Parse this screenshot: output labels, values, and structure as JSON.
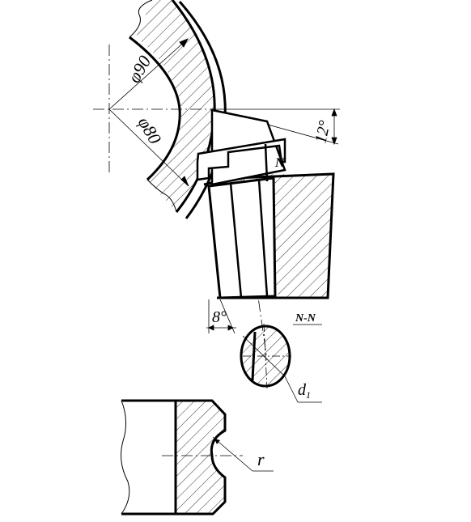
{
  "labels": {
    "dia_outer": "φ90",
    "dia_inner": "φ80",
    "angle_top": "12°",
    "angle_bottom": "8°",
    "mark_n": "N",
    "section": "N-N",
    "d1_main": "d",
    "d1_sub": "1",
    "radius": "r"
  },
  "colors": {
    "line": "#000000",
    "background": "#ffffff"
  }
}
